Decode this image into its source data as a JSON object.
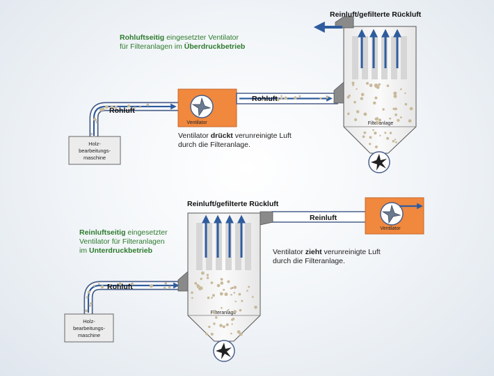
{
  "top": {
    "caption": {
      "line1_bold": "Rohluftseitig",
      "line1_rest": " eingesetzter Ventilator",
      "line2_rest": "für Filteranlagen im ",
      "line2_bold": "Überdruckbetrieb"
    },
    "outlet_label": "Reinluft/gefilterte Rückluft",
    "inlet_pipe_label": "Rohluft",
    "fan_pipe_label": "Rohluft",
    "fan_label": "Ventilator",
    "filter_label": "Filteranlage",
    "machine_label": [
      "Holz-",
      "bearbeitungs-",
      "maschine"
    ],
    "description": {
      "line1_pre": "Ventilator ",
      "line1_bold": "drückt",
      "line1_post": " verunreinigte Luft",
      "line2": "durch die Filteranlage."
    }
  },
  "bottom": {
    "caption": {
      "line1_bold": "Reinluftseitig",
      "line1_rest": " eingesetzter",
      "line2": "Ventilator für Filteranlagen",
      "line3_pre": "im ",
      "line3_bold": "Unterdruckbetrieb"
    },
    "outlet_label": "Reinluft/gefilterte Rückluft",
    "clean_pipe_label": "Reinluft",
    "inlet_pipe_label": "Rohluft",
    "fan_label": "Ventilator",
    "filter_label": "Filteranlage",
    "machine_label": [
      "Holz-",
      "bearbeitungs-",
      "maschine"
    ],
    "description": {
      "line1_pre": "Ventilator ",
      "line1_bold": "zieht",
      "line1_post": " verunreinigte Luft",
      "line2": "durch die Filteranlage."
    }
  },
  "colors": {
    "caption_green": "#2c7a2c",
    "fan_orange": "#f0883e",
    "arrow_blue": "#2f5c9e",
    "pipe_border": "#4a5f8a",
    "housing_gray": "#f1f1f1",
    "filter_gray": "#d6d6d6",
    "dust": "#c8b99a"
  }
}
